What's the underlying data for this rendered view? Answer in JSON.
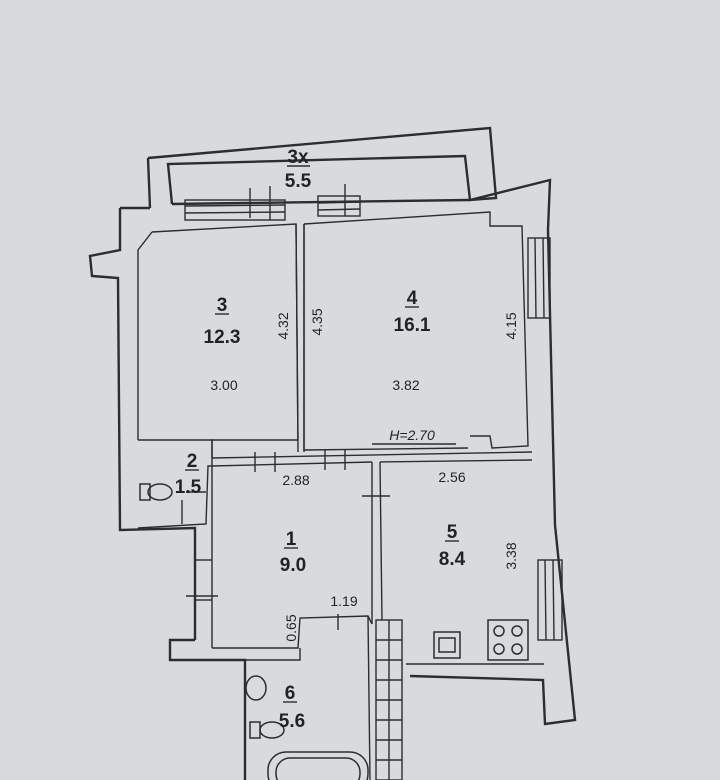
{
  "rooms": [
    {
      "id": "balcony",
      "number": "3х",
      "area": "5.5"
    },
    {
      "id": "room3",
      "number": "3",
      "area": "12.3"
    },
    {
      "id": "room4",
      "number": "4",
      "area": "16.1"
    },
    {
      "id": "room2",
      "number": "2",
      "area": "1.5"
    },
    {
      "id": "room1",
      "number": "1",
      "area": "9.0"
    },
    {
      "id": "room5",
      "number": "5",
      "area": "8.4"
    },
    {
      "id": "room6",
      "number": "6",
      "area": "5.6"
    }
  ],
  "dimensions": {
    "room3_depth": "4.32",
    "room3_width": "3.00",
    "room4_depth_left": "4.35",
    "room4_depth_right": "4.15",
    "room4_width": "3.82",
    "room1_width": "2.88",
    "room5_width": "2.56",
    "room5_depth": "3.38",
    "corridor_width": "1.19",
    "corridor_depth": "0.65"
  },
  "ceiling_height": "H=2.70",
  "colors": {
    "background": "#d9dadb",
    "line": "#2a2d31",
    "text": "#1f2226"
  }
}
